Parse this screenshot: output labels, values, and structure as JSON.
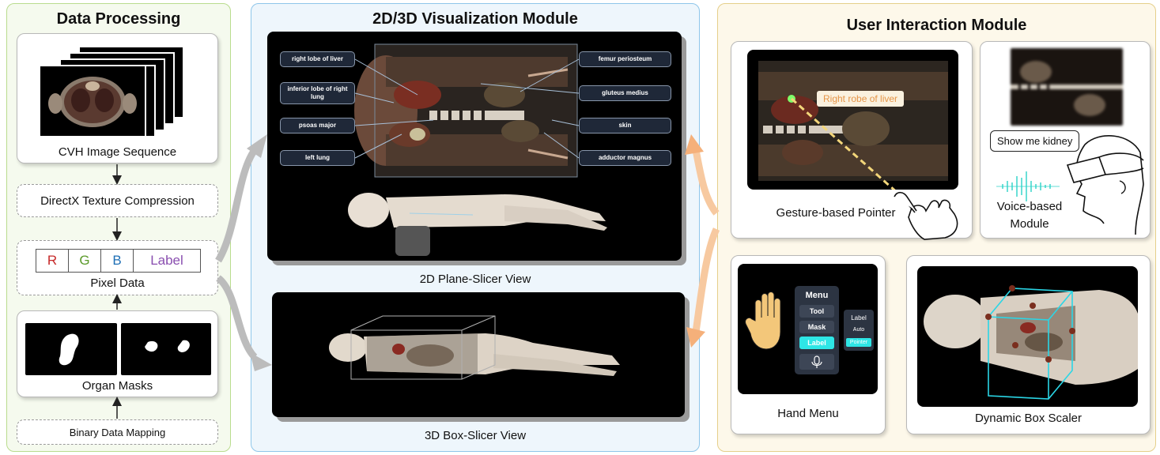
{
  "data_processing": {
    "title": "Data Processing",
    "cvh_caption": "CVH Image Sequence",
    "directx_label": "DirectX Texture Compression",
    "pixel": {
      "r": "R",
      "g": "G",
      "b": "B",
      "label": "Label",
      "caption": "Pixel Data"
    },
    "masks_caption": "Organ Masks",
    "binary_label": "Binary Data Mapping"
  },
  "visualization": {
    "title": "2D/3D Visualization Module",
    "plane_caption": "2D Plane-Slicer View",
    "box_caption": "3D Box-Slicer View",
    "left_labels": [
      "right lobe of liver",
      "inferior lobe of right lung",
      "psoas major",
      "left lung"
    ],
    "right_labels": [
      "femur periosteum",
      "gluteus medius",
      "skin",
      "adductor magnus"
    ]
  },
  "interaction": {
    "title": "User Interaction Module",
    "gesture_caption": "Gesture-based Pointer",
    "gesture_tag": "Right robe of liver",
    "voice_caption_1": "Voice-based",
    "voice_caption_2": "Module",
    "voice_bubble": "Show me kidney",
    "hand_caption": "Hand Menu",
    "menu": {
      "title": "Menu",
      "tool": "Tool",
      "mask": "Mask",
      "label": "Label",
      "sub_label": "Label",
      "sub_auto": "Auto",
      "sub_pointer": "Pointer"
    },
    "scaler_caption": "Dynamic Box Scaler"
  },
  "colors": {
    "data_border": "#b9dc8e",
    "data_bg": "#f5faee",
    "vis_border": "#8ec6ea",
    "vis_bg": "#eef6fc",
    "ui_border": "#e5cf8a",
    "ui_bg": "#fdf8ea",
    "accent_cyan": "#2ee6e6",
    "tag_orange": "#f0a060"
  }
}
